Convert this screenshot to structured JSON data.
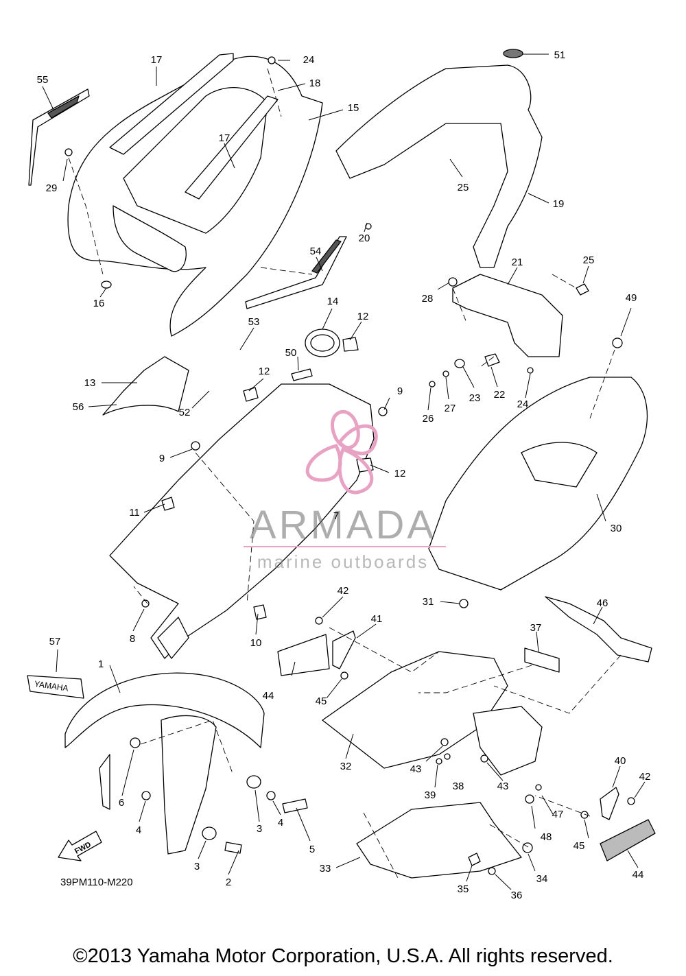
{
  "diagram": {
    "diagram_code": "39PM110-M220",
    "fwd_label": "FWD",
    "fender_brand": "YAMAHA",
    "watermark": {
      "brand": "ARMADA",
      "tagline": "marine outboards",
      "accent": "#e8a2c4"
    },
    "callouts": [
      {
        "id": "c1",
        "label": "1"
      },
      {
        "id": "c2",
        "label": "2"
      },
      {
        "id": "c3a",
        "label": "3"
      },
      {
        "id": "c3b",
        "label": "3"
      },
      {
        "id": "c4a",
        "label": "4"
      },
      {
        "id": "c4b",
        "label": "4"
      },
      {
        "id": "c5",
        "label": "5"
      },
      {
        "id": "c6",
        "label": "6"
      },
      {
        "id": "c7",
        "label": "7"
      },
      {
        "id": "c8",
        "label": "8"
      },
      {
        "id": "c9a",
        "label": "9"
      },
      {
        "id": "c9b",
        "label": "9"
      },
      {
        "id": "c10",
        "label": "10"
      },
      {
        "id": "c11",
        "label": "11"
      },
      {
        "id": "c12a",
        "label": "12"
      },
      {
        "id": "c12b",
        "label": "12"
      },
      {
        "id": "c12c",
        "label": "12"
      },
      {
        "id": "c13",
        "label": "13"
      },
      {
        "id": "c14",
        "label": "14"
      },
      {
        "id": "c15",
        "label": "15"
      },
      {
        "id": "c16",
        "label": "16"
      },
      {
        "id": "c17a",
        "label": "17"
      },
      {
        "id": "c17b",
        "label": "17"
      },
      {
        "id": "c18",
        "label": "18"
      },
      {
        "id": "c19",
        "label": "19"
      },
      {
        "id": "c20",
        "label": "20"
      },
      {
        "id": "c21",
        "label": "21"
      },
      {
        "id": "c22",
        "label": "22"
      },
      {
        "id": "c23",
        "label": "23"
      },
      {
        "id": "c24a",
        "label": "24"
      },
      {
        "id": "c24b",
        "label": "24"
      },
      {
        "id": "c25a",
        "label": "25"
      },
      {
        "id": "c25b",
        "label": "25"
      },
      {
        "id": "c26",
        "label": "26"
      },
      {
        "id": "c27",
        "label": "27"
      },
      {
        "id": "c28",
        "label": "28"
      },
      {
        "id": "c29",
        "label": "29"
      },
      {
        "id": "c30",
        "label": "30"
      },
      {
        "id": "c31",
        "label": "31"
      },
      {
        "id": "c32",
        "label": "32"
      },
      {
        "id": "c33",
        "label": "33"
      },
      {
        "id": "c34",
        "label": "34"
      },
      {
        "id": "c35",
        "label": "35"
      },
      {
        "id": "c36",
        "label": "36"
      },
      {
        "id": "c37",
        "label": "37"
      },
      {
        "id": "c38",
        "label": "38"
      },
      {
        "id": "c39",
        "label": "39"
      },
      {
        "id": "c40",
        "label": "40"
      },
      {
        "id": "c41",
        "label": "41"
      },
      {
        "id": "c42a",
        "label": "42"
      },
      {
        "id": "c42b",
        "label": "42"
      },
      {
        "id": "c43a",
        "label": "43"
      },
      {
        "id": "c43b",
        "label": "43"
      },
      {
        "id": "c44a",
        "label": "44"
      },
      {
        "id": "c44b",
        "label": "44"
      },
      {
        "id": "c45a",
        "label": "45"
      },
      {
        "id": "c45b",
        "label": "45"
      },
      {
        "id": "c46",
        "label": "46"
      },
      {
        "id": "c47",
        "label": "47"
      },
      {
        "id": "c48",
        "label": "48"
      },
      {
        "id": "c49",
        "label": "49"
      },
      {
        "id": "c50",
        "label": "50"
      },
      {
        "id": "c51",
        "label": "51"
      },
      {
        "id": "c52",
        "label": "52"
      },
      {
        "id": "c53",
        "label": "53"
      },
      {
        "id": "c54",
        "label": "54"
      },
      {
        "id": "c55",
        "label": "55"
      },
      {
        "id": "c56",
        "label": "56"
      },
      {
        "id": "c57",
        "label": "57"
      }
    ]
  },
  "footer": {
    "copyright": "©2013 Yamaha Motor Corporation, U.S.A. All rights reserved."
  }
}
